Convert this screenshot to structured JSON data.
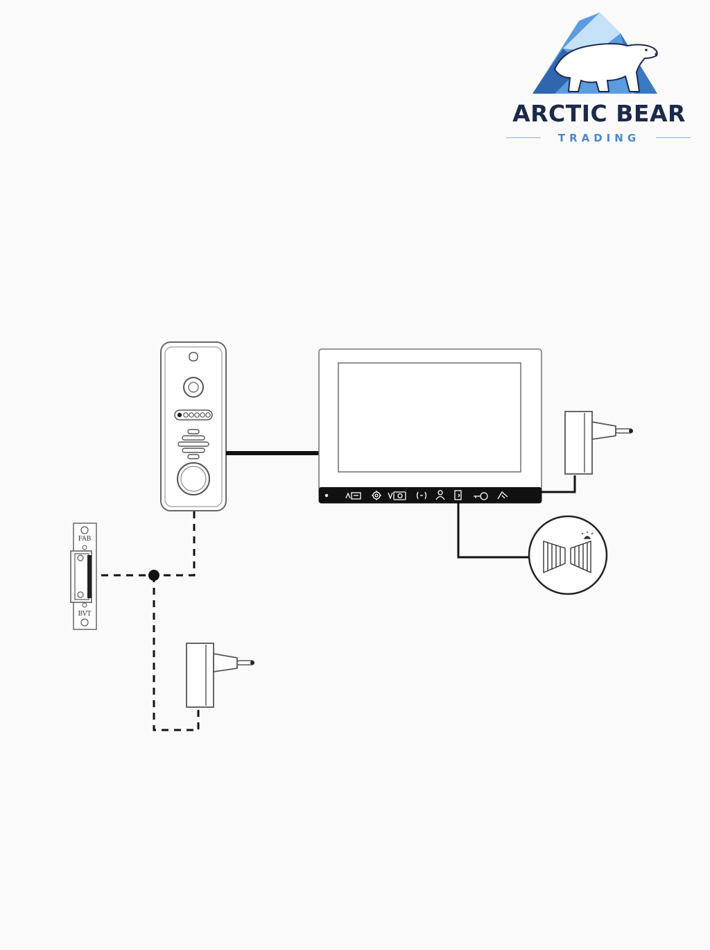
{
  "brand": {
    "name": "ARCTIC BEAR",
    "tagline": "TRADING",
    "colors": {
      "navy": "#1b2a4a",
      "ice_blue": "#4c88c8",
      "light_blue": "#9fc6ec"
    }
  },
  "strike_lock": {
    "top_label": "FAB",
    "bottom_label": "BVT"
  },
  "monitor": {
    "button_icons": [
      "dot-indicator",
      "menu-up-icon",
      "settings-icon",
      "snapshot-icon",
      "intercom-icon",
      "user-icon",
      "door-icon",
      "unlock-key-icon",
      "hangup-icon"
    ]
  },
  "colors": {
    "line": "#111111",
    "outline": "#555555",
    "panel_fill": "#f4f4f4"
  }
}
